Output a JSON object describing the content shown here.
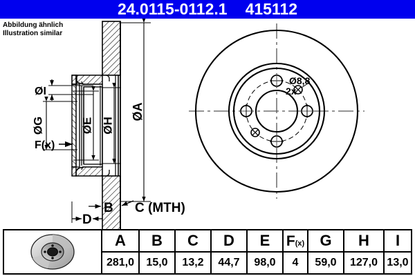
{
  "header": {
    "part_number": "24.0115-0112.1",
    "article_number": "415112",
    "bg_color": "#0000EE",
    "text_color": "#FFFFFF"
  },
  "note": {
    "line_de": "Abbildung ähnlich",
    "line_en": "Illustration similar"
  },
  "drawing": {
    "section_view": {
      "labels": [
        {
          "id": "dia-I",
          "text": "ØI",
          "orientation": "horizontal"
        },
        {
          "id": "dia-G",
          "text": "ØG",
          "orientation": "vertical"
        },
        {
          "id": "dia-E",
          "text": "ØE",
          "orientation": "vertical"
        },
        {
          "id": "dia-H",
          "text": "ØH",
          "orientation": "vertical"
        },
        {
          "id": "dia-A",
          "text": "ØA",
          "orientation": "vertical"
        },
        {
          "id": "fx",
          "text": "F(x)",
          "orientation": "horizontal"
        },
        {
          "id": "dim-B",
          "text": "B",
          "orientation": "horizontal"
        },
        {
          "id": "dim-C",
          "text": "C (MTH)",
          "orientation": "horizontal"
        },
        {
          "id": "dim-D",
          "text": "D",
          "orientation": "horizontal"
        }
      ]
    },
    "front_view": {
      "hole_diameter_label": "Ø8,8",
      "hole_count_label": "2x",
      "bolt_holes": 4,
      "marker_holes": 2
    }
  },
  "spec_table": {
    "headers": [
      "A",
      "B",
      "C",
      "D",
      "E",
      "F(x)",
      "G",
      "H",
      "I"
    ],
    "fx_header_main": "F",
    "fx_header_sub": "(x)",
    "values": [
      "281,0",
      "15,0",
      "13,2",
      "44,7",
      "98,0",
      "4",
      "59,0",
      "127,0",
      "13,0"
    ]
  }
}
